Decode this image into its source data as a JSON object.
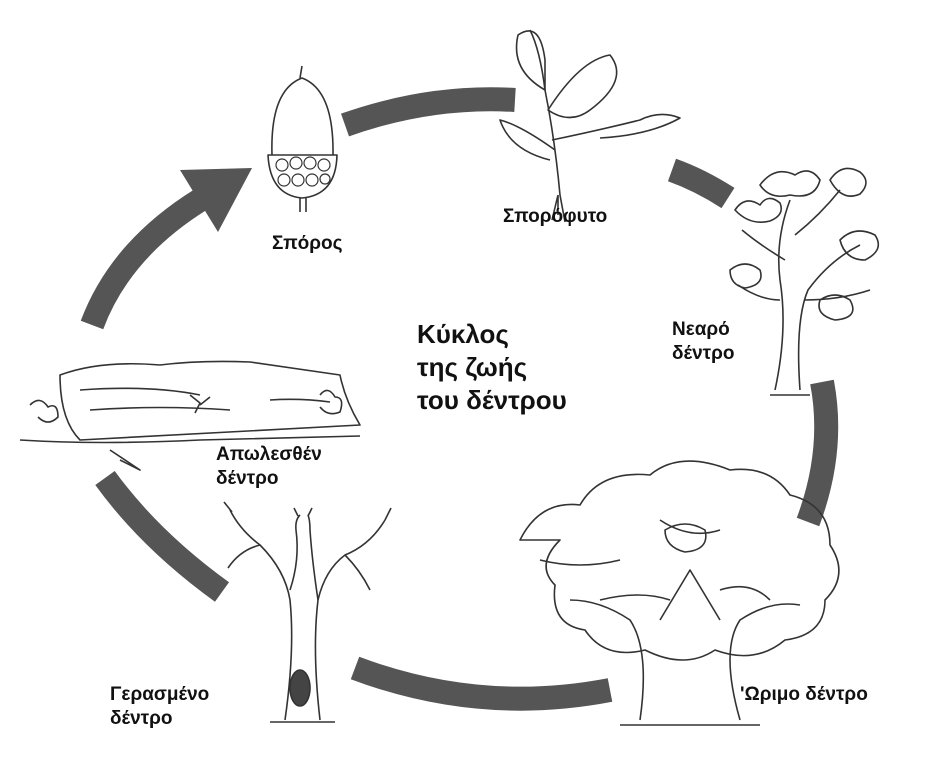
{
  "title": [
    "Κύκλος",
    "της ζωής",
    "του δέντρου"
  ],
  "stages": [
    {
      "id": "seed",
      "label": [
        "Σπόρος"
      ]
    },
    {
      "id": "seedling",
      "label": [
        "Σπορόφυτο"
      ]
    },
    {
      "id": "young-tree",
      "label": [
        "Νεαρό",
        "δέντρο"
      ]
    },
    {
      "id": "mature-tree",
      "label": [
        "'Ωριμο δέντρο"
      ]
    },
    {
      "id": "old-tree",
      "label": [
        "Γερασμένο",
        "δέντρο"
      ]
    },
    {
      "id": "dead-tree",
      "label": [
        "Απωλεσθέν",
        "δέντρο"
      ]
    }
  ],
  "colors": {
    "arrow": "#555555",
    "line": "#333333",
    "text": "#111111"
  }
}
